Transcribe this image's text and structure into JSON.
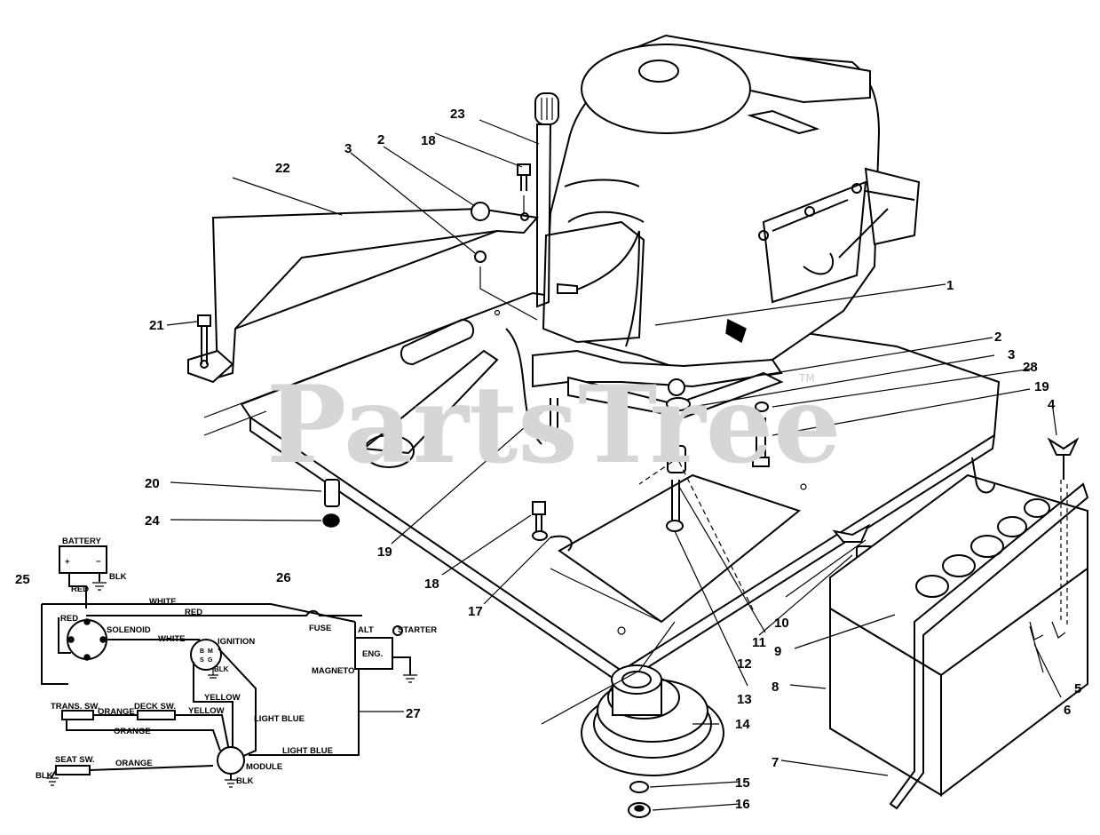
{
  "watermark": {
    "text": "PartsTree",
    "tm": "TM"
  },
  "callouts": [
    {
      "id": "c1",
      "label": "1"
    },
    {
      "id": "c2a",
      "label": "2"
    },
    {
      "id": "c2b",
      "label": "2"
    },
    {
      "id": "c3a",
      "label": "3"
    },
    {
      "id": "c3b",
      "label": "3"
    },
    {
      "id": "c4",
      "label": "4"
    },
    {
      "id": "c5",
      "label": "5"
    },
    {
      "id": "c6",
      "label": "6"
    },
    {
      "id": "c7",
      "label": "7"
    },
    {
      "id": "c8",
      "label": "8"
    },
    {
      "id": "c9",
      "label": "9"
    },
    {
      "id": "c10",
      "label": "10"
    },
    {
      "id": "c11",
      "label": "11"
    },
    {
      "id": "c12",
      "label": "12"
    },
    {
      "id": "c13",
      "label": "13"
    },
    {
      "id": "c14",
      "label": "14"
    },
    {
      "id": "c15",
      "label": "15"
    },
    {
      "id": "c16",
      "label": "16"
    },
    {
      "id": "c17",
      "label": "17"
    },
    {
      "id": "c18a",
      "label": "18"
    },
    {
      "id": "c18b",
      "label": "18"
    },
    {
      "id": "c19a",
      "label": "19"
    },
    {
      "id": "c19b",
      "label": "19"
    },
    {
      "id": "c20",
      "label": "20"
    },
    {
      "id": "c21",
      "label": "21"
    },
    {
      "id": "c22",
      "label": "22"
    },
    {
      "id": "c23",
      "label": "23"
    },
    {
      "id": "c24",
      "label": "24"
    },
    {
      "id": "c25",
      "label": "25"
    },
    {
      "id": "c26",
      "label": "26"
    },
    {
      "id": "c27",
      "label": "27"
    },
    {
      "id": "c28",
      "label": "28"
    }
  ],
  "wiring": {
    "battery": "BATTERY",
    "plus": "+",
    "minus": "−",
    "blk": "BLK",
    "red": "RED",
    "white": "WHITE",
    "solenoid": "SOLENOID",
    "fuse": "FUSE",
    "alt": "ALT",
    "starter": "STARTER",
    "ignition": "IGNITION",
    "eng": "ENG.",
    "magneto": "MAGNETO",
    "yellow": "YELLOW",
    "light_blue": "LIGHT BLUE",
    "trans_sw": "TRANS. SW.",
    "deck_sw": "DECK SW.",
    "orange": "ORANGE",
    "seat_sw": "SEAT SW.",
    "module": "MODULE",
    "ign_b": "B",
    "ign_m": "M",
    "ign_s": "S",
    "ign_g": "G"
  }
}
